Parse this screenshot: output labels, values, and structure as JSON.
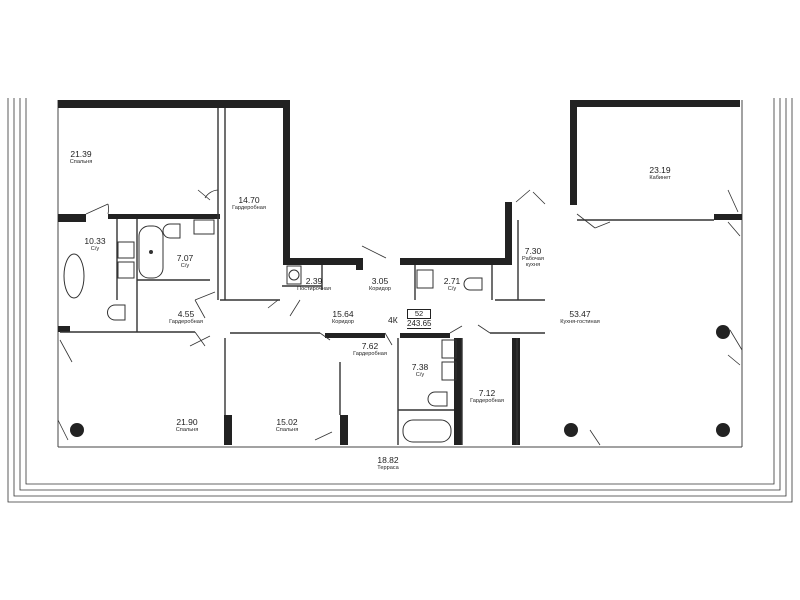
{
  "summary": {
    "type": "4К",
    "rooms": "52",
    "total_area": "243.65"
  },
  "rooms": [
    {
      "id": "bedroom-1",
      "area": "21.39",
      "name": "Спальня"
    },
    {
      "id": "wardrobe-1",
      "area": "14.70",
      "name": "Гардеробная"
    },
    {
      "id": "bathroom-1",
      "area": "10.33",
      "name": "С/у"
    },
    {
      "id": "bathroom-2",
      "area": "7.07",
      "name": "С/у"
    },
    {
      "id": "wardrobe-2",
      "area": "4.55",
      "name": "Гардеробная"
    },
    {
      "id": "laundry",
      "area": "2.39",
      "name": "Постирочная"
    },
    {
      "id": "corridor-1",
      "area": "3.05",
      "name": "Коридор"
    },
    {
      "id": "bathroom-3",
      "area": "2.71",
      "name": "С/у"
    },
    {
      "id": "work-kitchen",
      "area": "7.30",
      "name": "Рабочая кухня"
    },
    {
      "id": "study",
      "area": "23.19",
      "name": "Кабинет"
    },
    {
      "id": "corridor-2",
      "area": "15.64",
      "name": "Коридор"
    },
    {
      "id": "wardrobe-3",
      "area": "7.62",
      "name": "Гардеробная"
    },
    {
      "id": "bathroom-4",
      "area": "7.38",
      "name": "С/у"
    },
    {
      "id": "wardrobe-4",
      "area": "7.12",
      "name": "Гардеробная"
    },
    {
      "id": "kitchen-living",
      "area": "53.47",
      "name": "Кухня-гостиная"
    },
    {
      "id": "bedroom-2",
      "area": "21.90",
      "name": "Спальня"
    },
    {
      "id": "bedroom-3",
      "area": "15.02",
      "name": "Спальня"
    },
    {
      "id": "terrace",
      "area": "18.82",
      "name": "Терраса"
    }
  ]
}
